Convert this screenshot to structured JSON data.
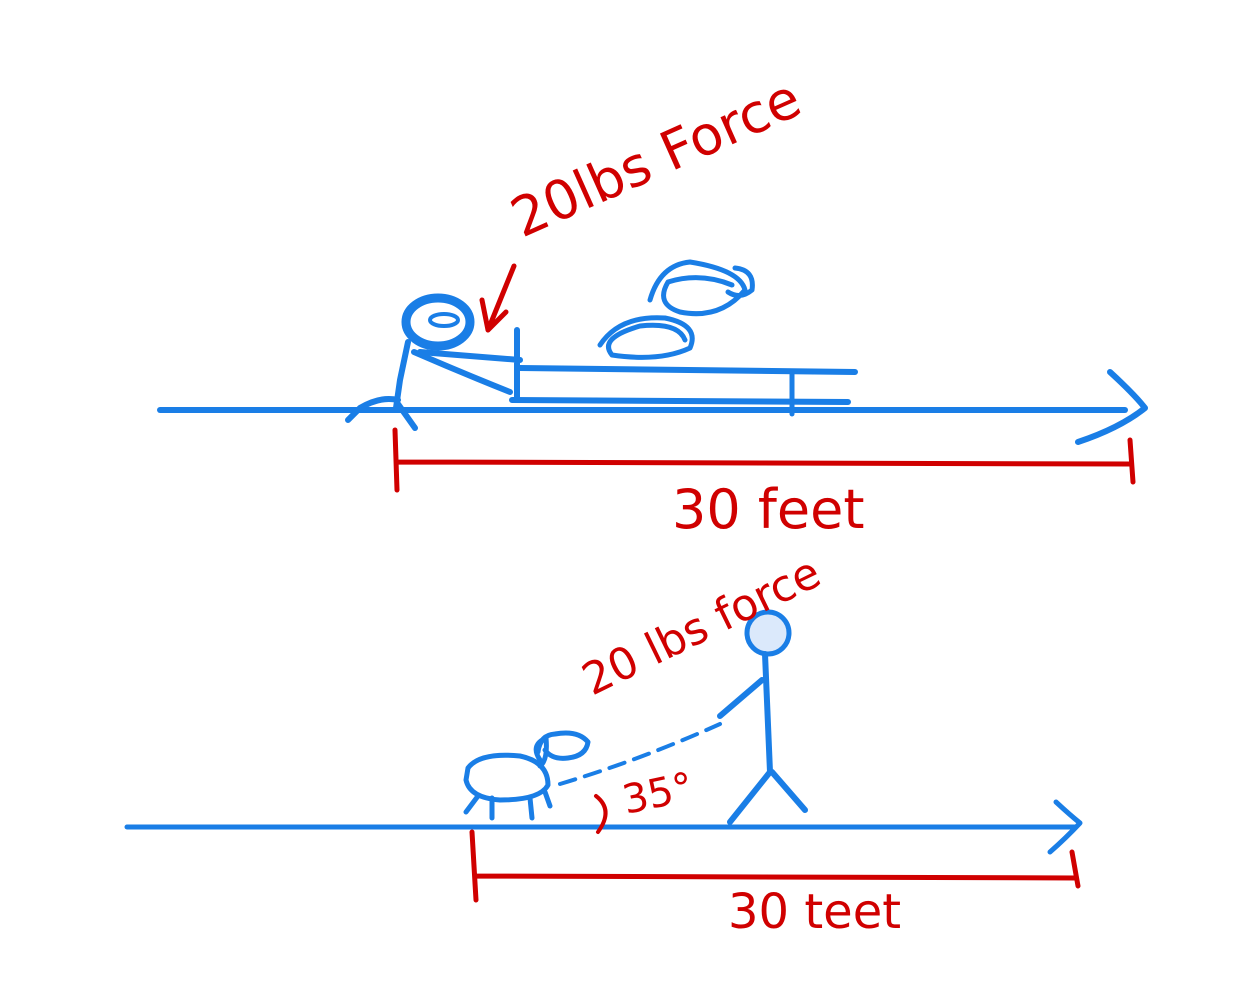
{
  "colors": {
    "ink_blue": "#1a7ee6",
    "ink_red": "#d00000",
    "background": "#ffffff"
  },
  "scene_top": {
    "force_label": "20lbs Force",
    "distance_label": "30 feet"
  },
  "scene_bottom": {
    "force_label": "20 lbs force",
    "angle_label": "35°",
    "distance_label": "30 teet"
  }
}
